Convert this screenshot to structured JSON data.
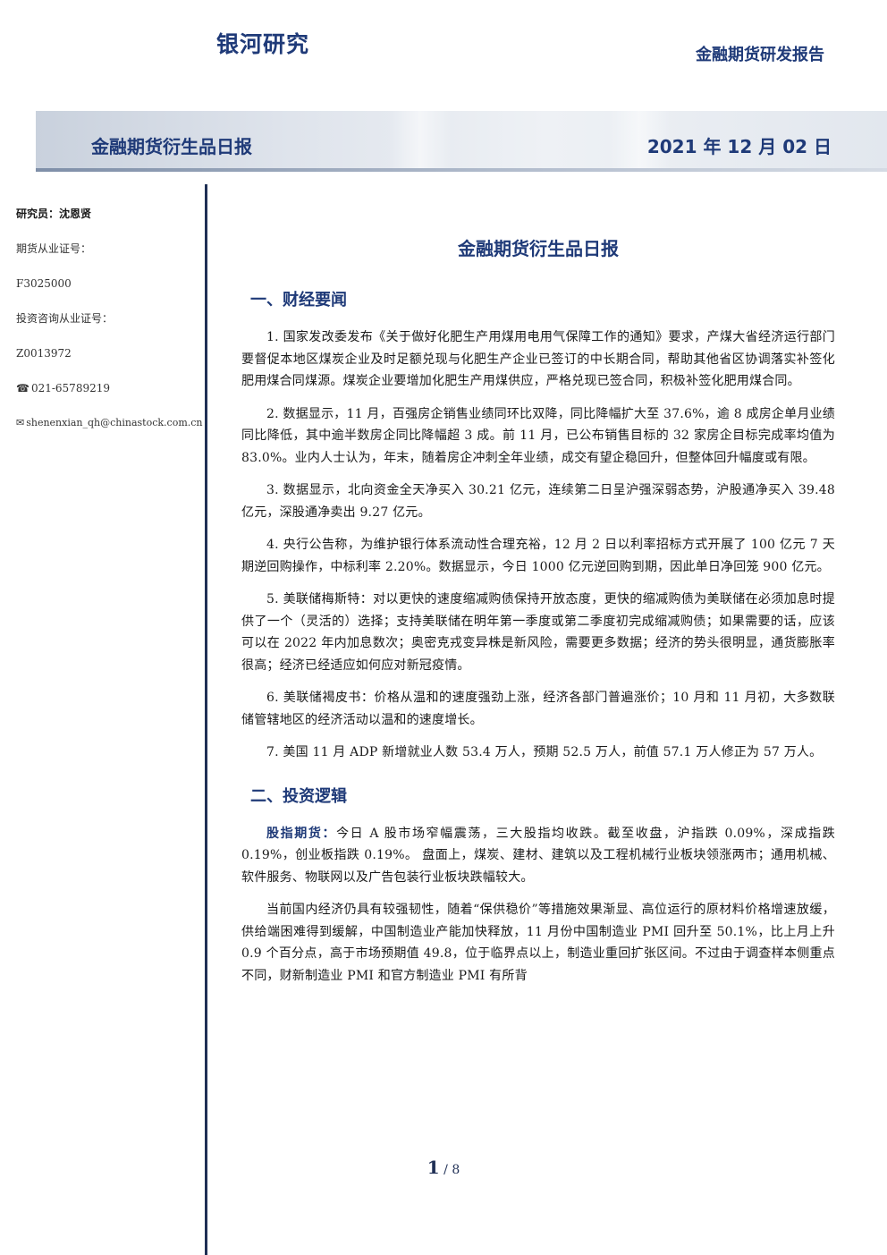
{
  "header": {
    "brand": "银河研究",
    "report_type": "金融期货研发报告"
  },
  "banner": {
    "title": "金融期货衍生品日报",
    "date": "2021 年 12 月 02 日"
  },
  "sidebar": {
    "researcher": "研究员：沈恩贤",
    "license_label": "期货从业证号：",
    "license_number": "F3025000",
    "consult_label": "投资咨询从业证号：",
    "consult_number": "Z0013972",
    "phone": "021-65789219",
    "email": "shenenxian_qh@chinastock.com.cn"
  },
  "doc": {
    "title": "金融期货衍生品日报",
    "section1": {
      "heading": "一、财经要闻",
      "items": [
        "1. 国家发改委发布《关于做好化肥生产用煤用电用气保障工作的通知》要求，产煤大省经济运行部门要督促本地区煤炭企业及时足额兑现与化肥生产企业已签订的中长期合同，帮助其他省区协调落实补签化肥用煤合同煤源。煤炭企业要增加化肥生产用煤供应，严格兑现已签合同，积极补签化肥用煤合同。",
        "2. 数据显示，11 月，百强房企销售业绩同环比双降，同比降幅扩大至 37.6%，逾 8 成房企单月业绩同比降低，其中逾半数房企同比降幅超 3 成。前 11 月，已公布销售目标的 32 家房企目标完成率均值为 83.0%。业内人士认为，年末，随着房企冲刺全年业绩，成交有望企稳回升，但整体回升幅度或有限。",
        "3. 数据显示，北向资金全天净买入 30.21 亿元，连续第二日呈沪强深弱态势，沪股通净买入 39.48 亿元，深股通净卖出 9.27 亿元。",
        "4. 央行公告称，为维护银行体系流动性合理充裕，12 月 2 日以利率招标方式开展了 100 亿元 7 天期逆回购操作，中标利率 2.20%。数据显示，今日 1000 亿元逆回购到期，因此单日净回笼 900 亿元。",
        "5. 美联储梅斯特：对以更快的速度缩减购债保持开放态度，更快的缩减购债为美联储在必须加息时提供了一个（灵活的）选择；支持美联储在明年第一季度或第二季度初完成缩减购债；如果需要的话，应该可以在 2022 年内加息数次；奥密克戎变异株是新风险，需要更多数据；经济的势头很明显，通货膨胀率很高；经济已经适应如何应对新冠疫情。",
        "6. 美联储褐皮书：价格从温和的速度强劲上涨，经济各部门普遍涨价；10 月和 11 月初，大多数联储管辖地区的经济活动以温和的速度增长。",
        "7. 美国 11 月 ADP 新增就业人数 53.4 万人，预期 52.5 万人，前值 57.1 万人修正为 57 万人。"
      ]
    },
    "section2": {
      "heading": "二、投资逻辑",
      "lead": "股指期货：",
      "p1": "今日 A 股市场窄幅震荡，三大股指均收跌。截至收盘，沪指跌 0.09%，深成指跌 0.19%，创业板指跌 0.19%。 盘面上，煤炭、建材、建筑以及工程机械行业板块领涨两市；通用机械、软件服务、物联网以及广告包装行业板块跌幅较大。",
      "p2": "当前国内经济仍具有较强韧性，随着“保供稳价”等措施效果渐显、高位运行的原材料价格增速放缓，供给端困难得到缓解，中国制造业产能加快释放，11 月份中国制造业 PMI 回升至 50.1%，比上月上升 0.9 个百分点，高于市场预期值 49.8，位于临界点以上，制造业重回扩张区间。不过由于调查样本侧重点不同，财新制造业 PMI 和官方制造业 PMI 有所背"
    }
  },
  "footer": {
    "page_current": "1",
    "page_sep": "/",
    "page_total": "8"
  }
}
